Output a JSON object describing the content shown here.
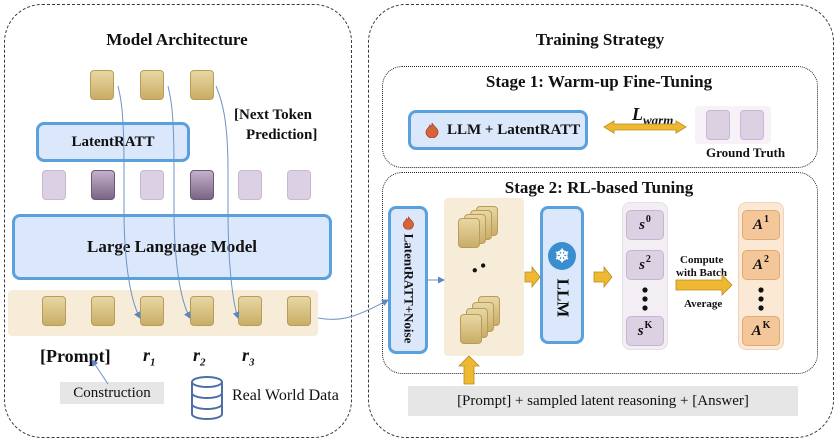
{
  "left_panel": {
    "title": "Model Architecture",
    "latentratt_label": "LatentRATT",
    "llm_label": "Large Language Model",
    "next_token": [
      "[Next Token",
      "Prediction]"
    ],
    "prompt_label": "[Prompt]",
    "r_labels": [
      {
        "base": "r",
        "sub": "1"
      },
      {
        "base": "r",
        "sub": "2"
      },
      {
        "base": "r",
        "sub": "3"
      }
    ],
    "construction": "Construction",
    "real_world_data": "Real World Data"
  },
  "right_panel": {
    "title": "Training Strategy",
    "stage1": {
      "title": "Stage 1: Warm-up Fine-Tuning",
      "box_label": "LLM + LatentRATT",
      "loss": {
        "base": "L",
        "sub": "warm"
      },
      "ground_truth": "Ground Truth"
    },
    "stage2": {
      "title": "Stage 2: RL-based Tuning",
      "vertical_label": "LatentRATT+Noise",
      "llm": "LLM",
      "dots": "• •",
      "s_cells": [
        {
          "base": "s",
          "sup": "0"
        },
        {
          "base": "s",
          "sup": "2"
        },
        {
          "base": "s",
          "sup": "K"
        }
      ],
      "a_cells": [
        {
          "base": "A",
          "sup": "1"
        },
        {
          "base": "A",
          "sup": "2"
        },
        {
          "base": "A",
          "sup": "K"
        }
      ],
      "compute": [
        "Compute",
        "with Batch",
        "Average"
      ]
    },
    "input_bar": "[Prompt] +  sampled latent reasoning + [Answer]"
  },
  "colors": {
    "blue_border": "#5aa0dc",
    "blue_fill": "#dbe7fb",
    "gold": "#c9ad66",
    "lavender": "#dcd0e3",
    "arrow_gold": "#eeb833",
    "beige_band": "#f6ecd8"
  }
}
